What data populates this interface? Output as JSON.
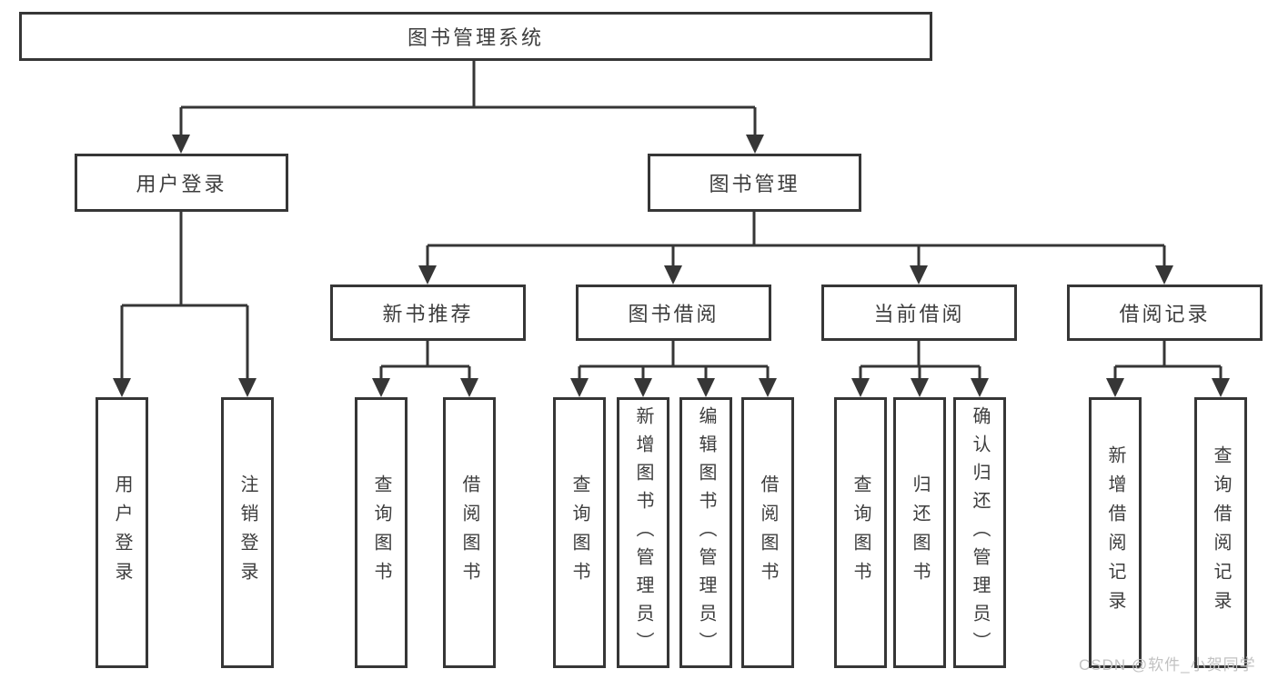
{
  "nodes": {
    "root": "图书管理系统",
    "user_login": "用户登录",
    "book_management": "图书管理",
    "new_book_recommend": "新书推荐",
    "book_borrow": "图书借阅",
    "current_borrow": "当前借阅",
    "borrow_record": "借阅记录",
    "leaf_user_login": "用户登录",
    "leaf_logout": "注销登录",
    "leaf_nb_query": "查询图书",
    "leaf_nb_borrow": "借阅图书",
    "leaf_bb_query": "查询图书",
    "leaf_bb_add": "新增图书（管理员）",
    "leaf_bb_edit": "编辑图书（管理员）",
    "leaf_bb_borrow": "借阅图书",
    "leaf_cb_query": "查询图书",
    "leaf_cb_return": "归还图书",
    "leaf_cb_confirm": "确认归还（管理员）",
    "leaf_br_add": "新增借阅记录",
    "leaf_br_query": "查询借阅记录"
  },
  "watermark": "CSDN @软件_小贺同学",
  "colors": {
    "line": "#363636",
    "text": "#3d3d3d",
    "watermark": "#c2c2c2",
    "background": "#ffffff"
  }
}
